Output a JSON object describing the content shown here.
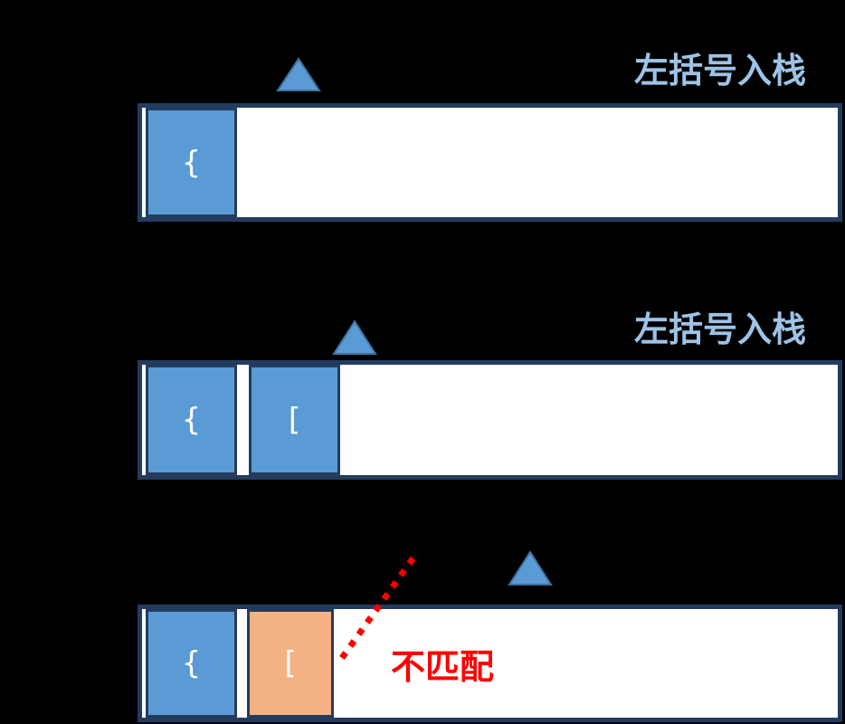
{
  "colors": {
    "background": "#000000",
    "stack_border": "#233C5E",
    "stack_fill": "#FFFFFF",
    "cell_blue": "#5B9BD5",
    "cell_orange": "#F4B183",
    "pointer_fill": "#5B9BD5",
    "pointer_stroke": "#41719C",
    "push_label_color": "#9DC3E6",
    "mismatch_color": "#FF0000",
    "glyph_color": "#FFFFFF"
  },
  "rows": [
    {
      "annotation": {
        "text": "左括号入栈",
        "color": "#9DC3E6"
      },
      "cells": [
        {
          "glyph": "{",
          "style": "blue"
        }
      ]
    },
    {
      "annotation": {
        "text": "左括号入栈",
        "color": "#9DC3E6"
      },
      "cells": [
        {
          "glyph": "{",
          "style": "blue"
        },
        {
          "glyph": "[",
          "style": "blue"
        }
      ]
    },
    {
      "annotation": {
        "text": "不匹配",
        "color": "#FF0000"
      },
      "cells": [
        {
          "glyph": "{",
          "style": "blue"
        },
        {
          "glyph": "[",
          "style": "orange"
        }
      ]
    }
  ],
  "icons": {
    "pointer_1": "stack-top-pointer-triangle",
    "pointer_2": "stack-top-pointer-triangle",
    "pointer_3": "stack-top-pointer-triangle",
    "mismatch_line": "red-dotted-mismatch-line"
  }
}
